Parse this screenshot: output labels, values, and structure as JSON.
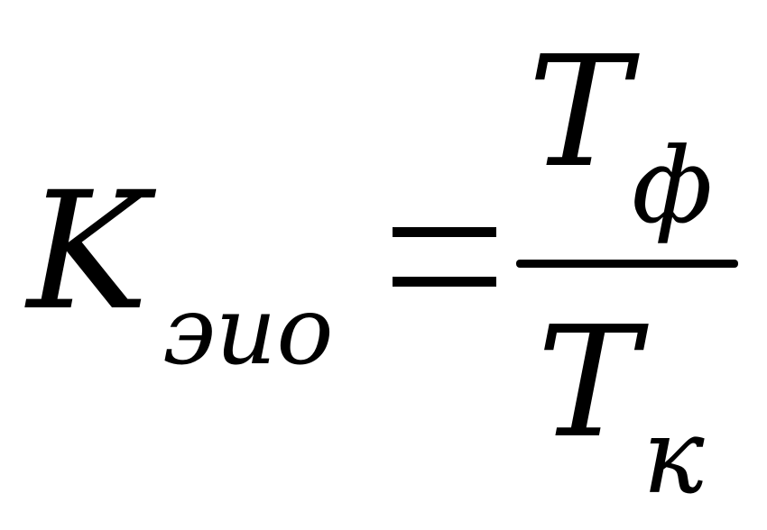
{
  "formula": {
    "lhs": {
      "symbol": "K",
      "subscript": "эио"
    },
    "operator": "=",
    "rhs": {
      "numerator": {
        "symbol": "T",
        "subscript": "ф"
      },
      "denominator": {
        "symbol": "T",
        "subscript": "к"
      }
    }
  }
}
